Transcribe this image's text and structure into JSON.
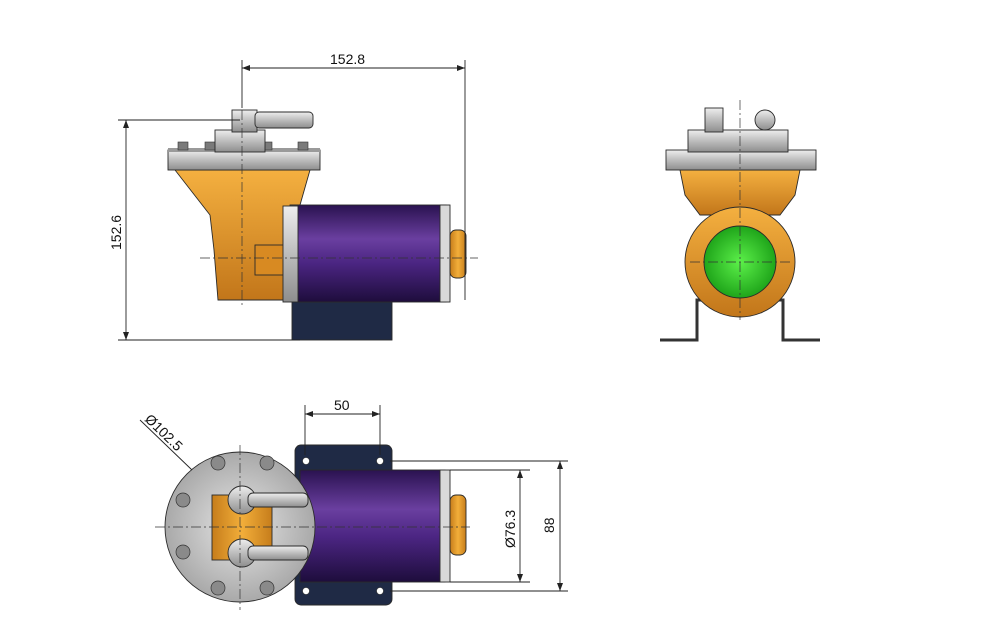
{
  "dimensions": {
    "side_length": "152.8",
    "side_height": "152.6",
    "top_flange_dia": "Ø102.5",
    "top_bracket_width": "50",
    "top_motor_dia": "Ø76.3",
    "top_overall_width": "88"
  },
  "colors": {
    "brass": "#e39a2a",
    "brass_dark": "#b8721a",
    "motor_purple": "#3c1d6e",
    "motor_purple_light": "#6a3fa0",
    "bracket_navy": "#1f2a45",
    "flange_silver": "#c9c9c9",
    "port_green": "#35d22a"
  },
  "views": [
    "side-view",
    "end-view",
    "top-view"
  ]
}
